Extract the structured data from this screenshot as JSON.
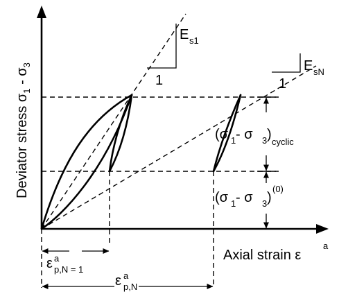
{
  "axes": {
    "y_label_main": "Deviator stress σ",
    "y_label_sub1": "1",
    "y_label_mid": " - σ",
    "y_label_sub3": "3",
    "x_label_main": "Axial strain ε",
    "x_label_sup": "a"
  },
  "slopes": {
    "first": {
      "symbol": "E",
      "sub": "s1",
      "run": "1"
    },
    "nth": {
      "symbol": "E",
      "sub": "sN",
      "run": "1"
    }
  },
  "stress": {
    "cyclic": {
      "open": "(σ",
      "s1": "1",
      "mid": " - σ",
      "s3": "3",
      "close": ")",
      "tag": "cyclic"
    },
    "initial": {
      "open": "(σ",
      "s1": "1",
      "mid": " - σ",
      "s3": "3",
      "close": ")",
      "tag": "(0)"
    }
  },
  "strains": {
    "first": {
      "symbol": "ε",
      "sup": "a",
      "sub": "p,N = 1"
    },
    "nth": {
      "symbol": "ε",
      "sup": "a",
      "sub": "p,N"
    }
  }
}
